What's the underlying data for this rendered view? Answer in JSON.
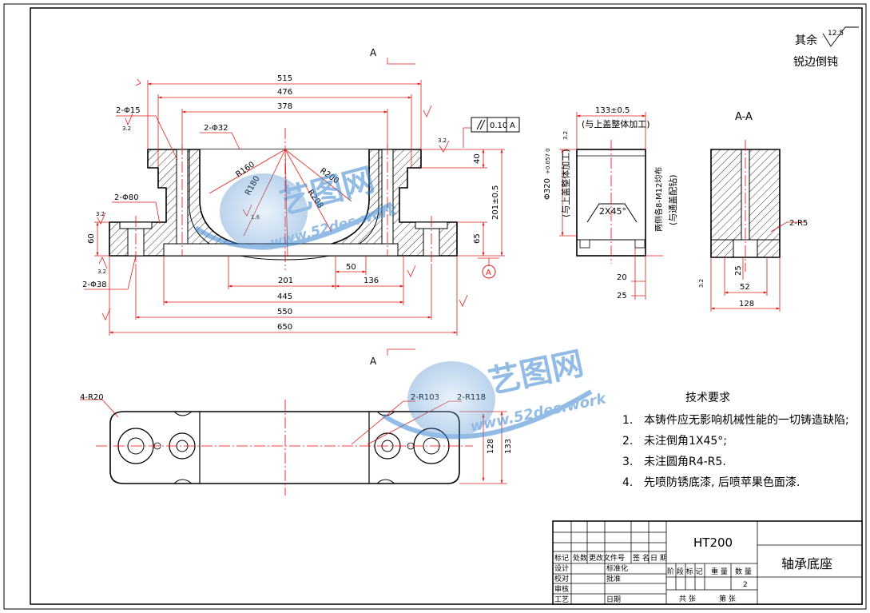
{
  "drawing": {
    "roughness_note": "其余",
    "roughness_value": "12.5",
    "edge_note": "锐边倒钝",
    "section_marker": "A",
    "section_title": "A-A"
  },
  "front_view": {
    "dims": {
      "d515": "515",
      "d476": "476",
      "d378": "378",
      "d201": "201",
      "d50": "50",
      "d136": "136",
      "d445": "445",
      "d550": "550",
      "d650": "650",
      "d40": "40",
      "d65": "65",
      "d60": "60",
      "d201tol": "201±0.5",
      "holes15": "2-Φ15",
      "holes32": "2-Φ32",
      "holes80": "2-Φ80",
      "holes38": "2-Φ38",
      "r160": "R160",
      "r180": "R180",
      "r200": "R200",
      "r208": "R208",
      "ra32a": "3.2",
      "ra32b": "3.2",
      "ra32c": "3.2",
      "ra32d": "3.2",
      "ra16": "1.6",
      "tol_value": "0.10",
      "tol_datum": "A",
      "datum_label": "A"
    }
  },
  "side_view": {
    "dims": {
      "d133": "133±0.5",
      "note_top": "(与上盖整体加工)",
      "phi320": "Φ320",
      "phi_tol": "+0.057 0",
      "note_left": "(与上盖整体加工)",
      "chamfer": "2X45°",
      "holes_note": "两侧各8-M12均布",
      "note_right": "(与通盖配钻)",
      "d20": "20",
      "d25": "25",
      "ra32": "3.2"
    }
  },
  "section_view": {
    "dims": {
      "r5": "2-R5",
      "d25": "25",
      "d52": "52",
      "d128": "128",
      "ra32": "3.2"
    }
  },
  "top_view": {
    "dims": {
      "r20": "4-R20",
      "r103": "2-R103",
      "r118": "2-R118",
      "d128": "128",
      "d133": "133"
    }
  },
  "tech_requirements": {
    "title": "技术要求",
    "items": [
      {
        "num": "1.",
        "text": "本铸件应无影响机械性能的一切铸造缺陷;"
      },
      {
        "num": "2.",
        "text": "未注倒角1X45°;"
      },
      {
        "num": "3.",
        "text": "未注圆角R4-R5."
      },
      {
        "num": "4.",
        "text": "先喷防锈底漆, 后喷苹果色面漆."
      }
    ]
  },
  "title_block": {
    "material": "HT200",
    "part_name": "轴承底座",
    "h_biaoji": "标记",
    "h_chushu": "处数",
    "h_genggai": "更改文件号",
    "h_qianming": "签 名",
    "h_riqi": "日 期",
    "r_sheji": "设计",
    "r_biaozhunhua": "标准化",
    "r_jiaodui": "校对",
    "r_pizhun": "批准",
    "r_shenhe": "审核",
    "r_gongyi": "工艺",
    "r_riqi2": "日期",
    "stage_marks": "阶 段 标 记",
    "weight": "重 量",
    "scale": "数 量",
    "scale_value": "2",
    "total": "共 张",
    "sheet": "第 张"
  },
  "watermark": {
    "cn": "艺图网",
    "url": "www.52des.work"
  },
  "colors": {
    "dim_red": "#e0201c",
    "center_red": "#ff0000",
    "line": "#000000",
    "watermark": "#3a86d0"
  }
}
